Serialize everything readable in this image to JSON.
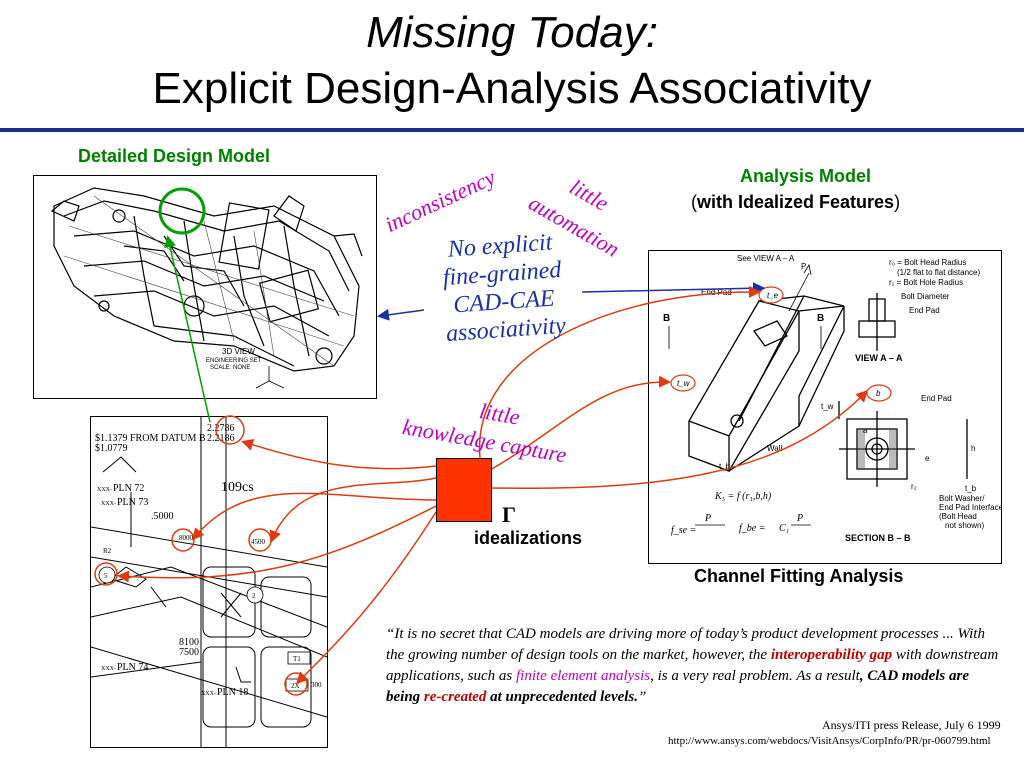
{
  "slide": {
    "title_line1": "Missing Today:",
    "title_line2": "Explicit Design-Analysis Associativity"
  },
  "design_model": {
    "label": "Detailed Design Model",
    "cad_texts": [
      "3D VIEW",
      "ENGINEERING SET",
      "SCALE: NONE"
    ],
    "drawing_texts": {
      "top_left": [
        "$1.1379 FROM DATUM B",
        "$1.0779"
      ],
      "dims_top": [
        "2.2786",
        "2.2186"
      ],
      "part": "109cs",
      "pln_72": "PLN 72",
      "pln_73": "PLN 73",
      "pln_74": "PLN 74",
      "pln_18": "PLN 18",
      "xxx": "XXX-",
      "d5000": ".5000",
      "d8000": "8000",
      "d4500": "4500",
      "d8100": "8100",
      "d7500": "7500",
      "t1": "T1",
      "t2x": "2X",
      "t300": "300",
      "r2": "R2",
      "n2": "2",
      "n5": "5"
    }
  },
  "analysis_model": {
    "label": "Analysis Model",
    "sub_open": "(",
    "sub_bold": "with Idealized Features",
    "sub_close": ")",
    "caption": "Channel Fitting Analysis",
    "texts": {
      "see_view": "See VIEW A – A",
      "end_pad_1": "End Pad",
      "end_pad_2": "End Pad",
      "end_pad_3": "End Pad",
      "b_left": "B",
      "b_right": "B",
      "p_top": "P",
      "wall": "Wall",
      "r0": "r₀ = Bolt Head Radius",
      "r0_note": "(1/2 flat to flat distance)",
      "r1": "r₁ = Bolt Hole Radius",
      "bolt_dia": "Bolt Diameter",
      "view_aa": "VIEW A – A",
      "section_bb": "SECTION B – B",
      "washer": "Bolt Washer/",
      "washer2": "End Pad Interface",
      "washer3": "(Bolt Head",
      "washer4": "not shown)",
      "ks": "K₅ = f (r₁,b,h)",
      "fse": "f_se =",
      "fbe": "f_be =",
      "te": "t_e",
      "tw": "t_w",
      "b": "b",
      "a": "a",
      "e": "e",
      "h": "h",
      "r2": "r₂",
      "tb": "t_b",
      "c1": "C₁"
    }
  },
  "annotations": {
    "inconsistency": "inconsistency",
    "little_1": "little",
    "automation": "automation",
    "no_explicit": [
      "No explicit",
      "fine-grained",
      "CAD-CAE",
      "associativity"
    ],
    "little_2": "little",
    "knowledge_capture": "knowledge capture",
    "gamma": "Γ",
    "idealizations": "idealizations"
  },
  "quote": {
    "open": "“",
    "p1": "It is no secret that CAD models are driving more of today’s product development processes ... With the growing number of design tools on the market, however, the ",
    "gap": "interoperability gap",
    "p2": " with downstream applications, such as ",
    "fea": "finite element analysis",
    "p3": ", is a very real problem. As a result",
    "bold1": ", CAD models are being ",
    "recreated": "re-created",
    "bold2": " at unprecedented levels.",
    "close": "”"
  },
  "citation": {
    "line1": "Ansys/ITI press Release, July 6 1999",
    "line2": "http://www.ansys.com/webdocs/VisitAnsys/CorpInfo/PR/pr-060799.html"
  },
  "colors": {
    "title_rule": "#1f2d8a",
    "green_label": "#008000",
    "magenta": "#c000c0",
    "blue_text": "#1a2fa8",
    "red_box": "#ff3300",
    "red_lines": "#e03a10"
  }
}
